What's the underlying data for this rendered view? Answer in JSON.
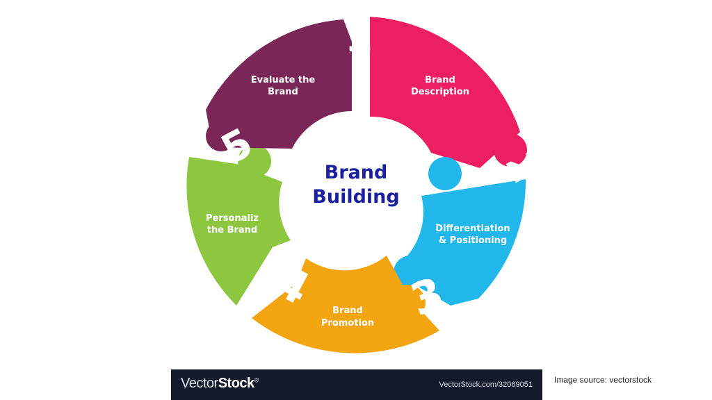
{
  "center": {
    "line1": "Brand",
    "line2": "Building",
    "color": "#1b1f9e"
  },
  "segments": [
    {
      "number": "1",
      "line1": "Brand",
      "line2": "Description",
      "color": "#ec1f63"
    },
    {
      "number": "2",
      "line1": "Differentiation",
      "line2": "& Positioning",
      "color": "#21b7ea"
    },
    {
      "number": "3",
      "line1": "Brand",
      "line2": "Promotion",
      "color": "#f2a411"
    },
    {
      "number": "4",
      "line1": "Personaliz",
      "line2": "the Brand",
      "color": "#8dc63f"
    },
    {
      "number": "5",
      "line1": "Evaluate the",
      "line2": "Brand",
      "color": "#7a2757"
    }
  ],
  "watermark": {
    "brand_light": "Vector",
    "brand_bold": "Stock",
    "mark": "®",
    "url": "VectorStock.com/32069051"
  },
  "image_source": "Image source: vectorstock"
}
